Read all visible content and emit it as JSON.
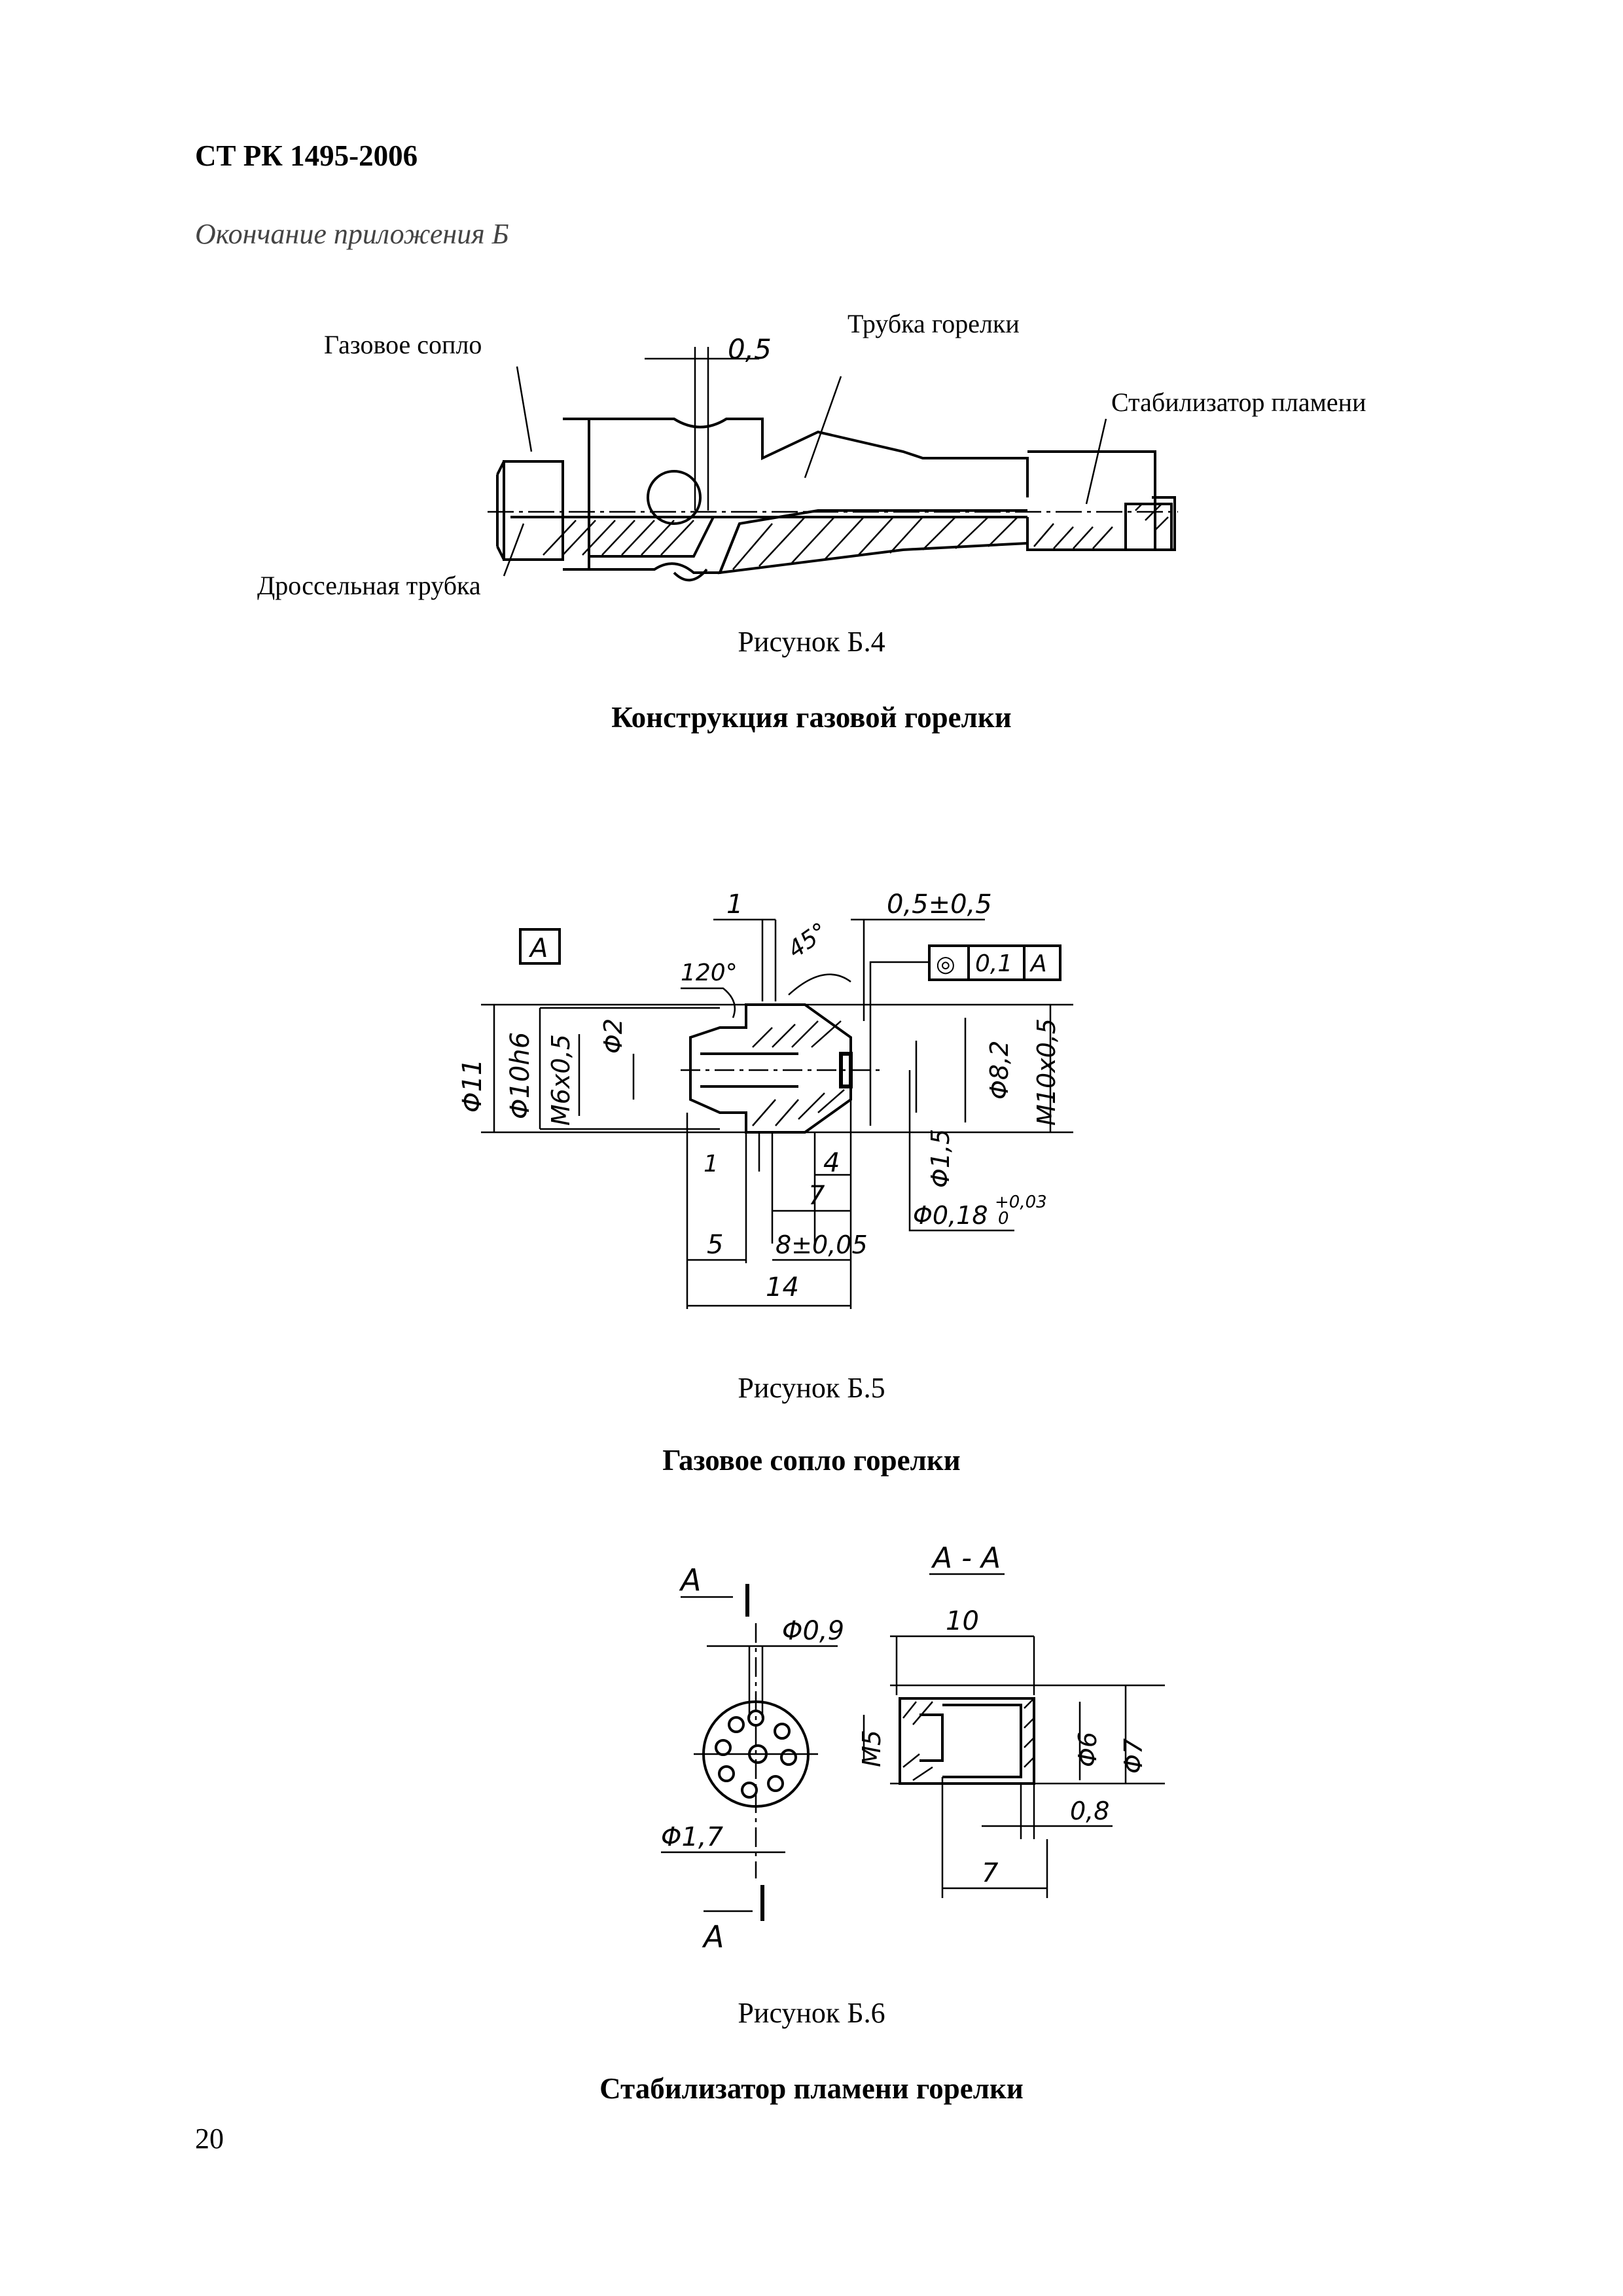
{
  "header": {
    "doc_code": "СТ РК 1495-2006",
    "subtitle": "Окончание приложения Б"
  },
  "figure_b4": {
    "labels": {
      "gas_nozzle": "Газовое сопло",
      "burner_tube": "Трубка горелки",
      "flame_stabilizer": "Стабилизатор пламени",
      "throttle_tube": "Дроссельная трубка"
    },
    "dimensions": {
      "gap": "0,5"
    },
    "caption": "Рисунок Б.4",
    "title": "Конструкция газовой горелки"
  },
  "figure_b5": {
    "datum": "A",
    "tolerance_frame": {
      "symbol": "◎",
      "value": "0,1",
      "datum": "A"
    },
    "dimensions": {
      "d11": "Φ11",
      "d10h6": "Φ10h6",
      "m6": "M6x0,5",
      "d2": "Φ2",
      "d8_2": "Φ8,2",
      "m10": "M10x0,5",
      "d1_5": "Φ1,5",
      "d018": "Φ0,18",
      "d018_tol_upper": "+0,03",
      "d018_tol_lower": "0",
      "len_1_top": "1",
      "chamfer_gap": "0,5±0,5",
      "angle_45": "45°",
      "angle_120": "120°",
      "len_1_bottom": "1",
      "len_4": "4",
      "len_7": "7",
      "len_5": "5",
      "len_8": "8±0,05",
      "len_14": "14"
    },
    "caption": "Рисунок Б.5",
    "title": "Газовое сопло горелки"
  },
  "figure_b6": {
    "section_mark": "A",
    "section_title": "A - A",
    "dimensions": {
      "hole_d": "Φ0,9",
      "circle_d": "Φ1,7",
      "len_10": "10",
      "m5": "M5",
      "d6": "Φ6",
      "d7": "Φ7",
      "t08": "0,8",
      "len_7": "7"
    },
    "caption": "Рисунок Б.6",
    "title": "Стабилизатор пламени горелки"
  },
  "page_number": "20"
}
